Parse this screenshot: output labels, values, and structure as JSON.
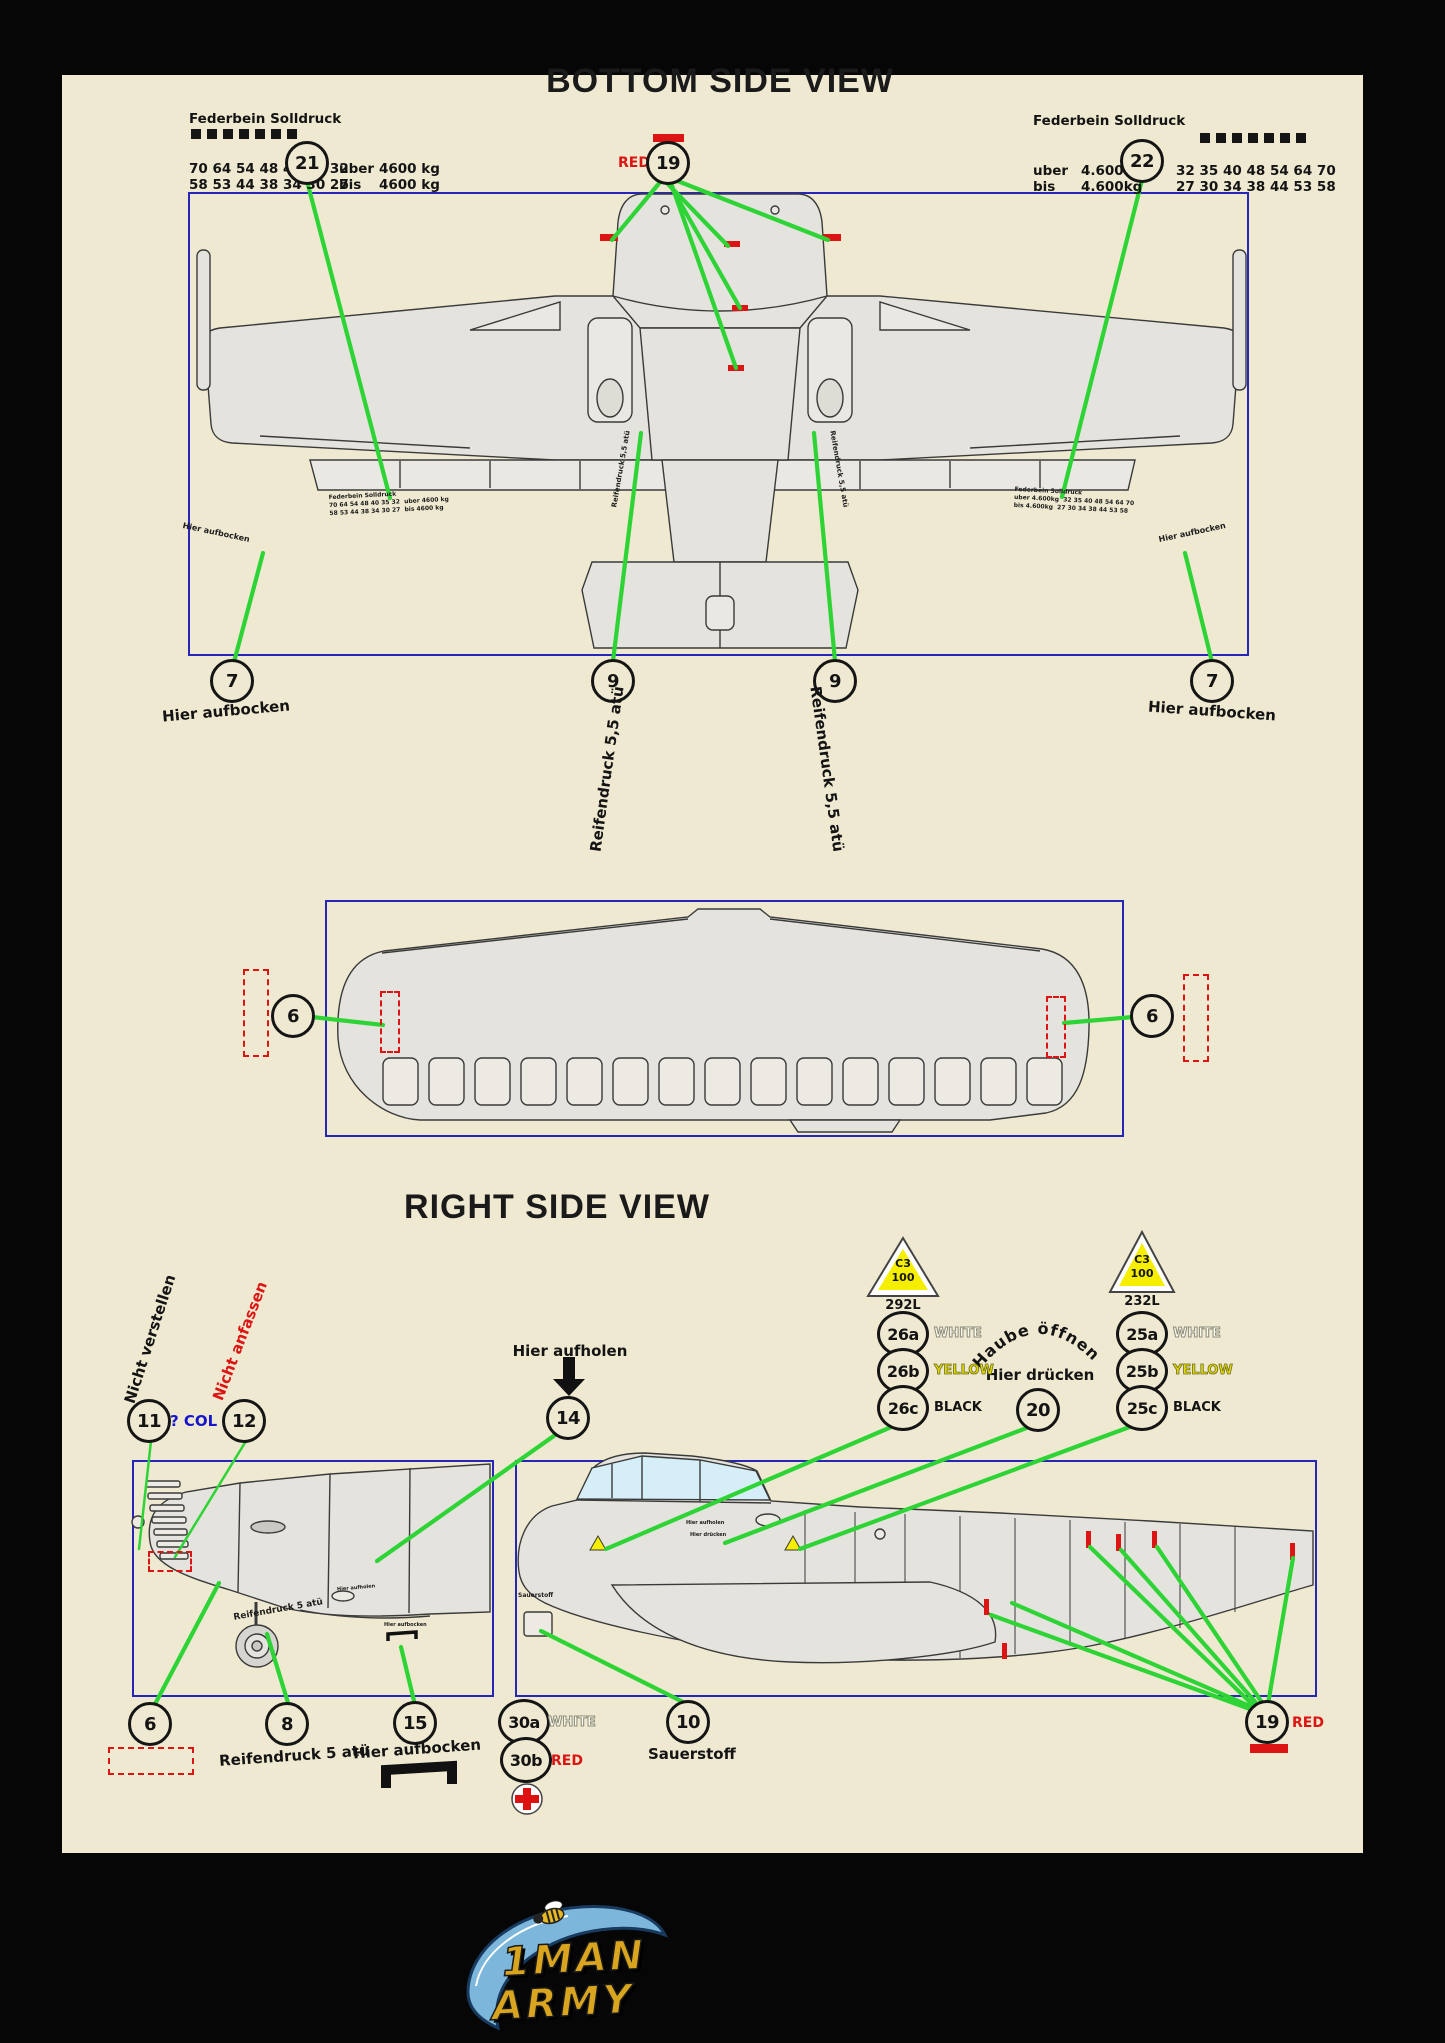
{
  "titles": {
    "bottom_view": "BOTTOM SIDE VIEW",
    "right_view": "RIGHT SIDE VIEW"
  },
  "pressure_table_left": {
    "title": "Federbein Solldruck",
    "rows": [
      [
        "70 64 54 48 40 35 32",
        "uber",
        "4600 kg"
      ],
      [
        "58 53 44 38 34 30 27",
        "bis",
        "4600 kg"
      ]
    ]
  },
  "pressure_table_right": {
    "title": "Federbein Solldruck",
    "rows": [
      [
        "uber",
        "4.600kg",
        "32 35 40 48 54 64 70"
      ],
      [
        "bis",
        "4.600kg",
        "27 30 34 38 44 53 58"
      ]
    ]
  },
  "callouts": {
    "n6": "6",
    "n7": "7",
    "n8": "8",
    "n9": "9",
    "n10": "10",
    "n11": "11",
    "n12": "12",
    "n14": "14",
    "n15": "15",
    "n19": "19",
    "n20": "20",
    "n21": "21",
    "n22": "22",
    "n25a": "25a",
    "n25b": "25b",
    "n25c": "25c",
    "n26a": "26a",
    "n26b": "26b",
    "n26c": "26c",
    "n30a": "30a",
    "n30b": "30b"
  },
  "labels": {
    "red": "RED",
    "white": "WHITE",
    "yellow": "YELLOW",
    "black": "BLACK",
    "col": "? COL",
    "hier_aufbocken": "Hier aufbocken",
    "hier_aufholen": "Hier aufholen",
    "hier_druecken": "Hier drücken",
    "haube_oeffnen": "Haube öffnen",
    "nicht_verstellen": "Nicht verstellen",
    "nicht_anfassen": "Nicht anfassen",
    "reifendruck_55": "Reifendruck 5,5 atü",
    "reifendruck_5": "Reifendruck 5 atü",
    "sauerstoff": "Sauerstoff"
  },
  "fuel_triangles": {
    "left": {
      "grade": "C3",
      "octane": "100",
      "capacity": "292L"
    },
    "right": {
      "grade": "C3",
      "octane": "100",
      "capacity": "232L"
    }
  },
  "logo": {
    "line1": "1MAN",
    "line2": "ARMY"
  },
  "colors": {
    "panel": "#efe9d1",
    "line_green": "#2ed435",
    "accent_red": "#dd1414",
    "box_blue": "#2626b8",
    "triangle_yellow": "#f5ee00",
    "logo_gold": "#d9a41e"
  }
}
